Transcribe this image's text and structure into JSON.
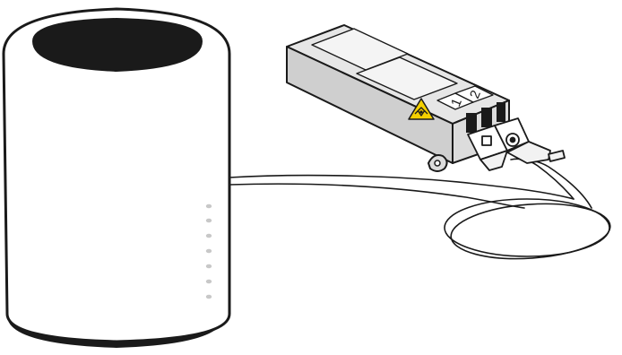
{
  "illustration": {
    "router": {
      "name": "router",
      "led_count": 7
    },
    "sfp_module": {
      "name": "sfp-module",
      "ports": [
        {
          "label": "1"
        },
        {
          "label": "2"
        }
      ],
      "warning_icon": "laser-warning-icon"
    },
    "cable": {
      "name": "fiber-optic-cable",
      "loops": 2
    },
    "colors": {
      "outline": "#1a1a1a",
      "body": "#ffffff",
      "module_top": "#e6e6e6",
      "module_side": "#cfcfcf",
      "warning_yellow": "#f4d000"
    }
  }
}
